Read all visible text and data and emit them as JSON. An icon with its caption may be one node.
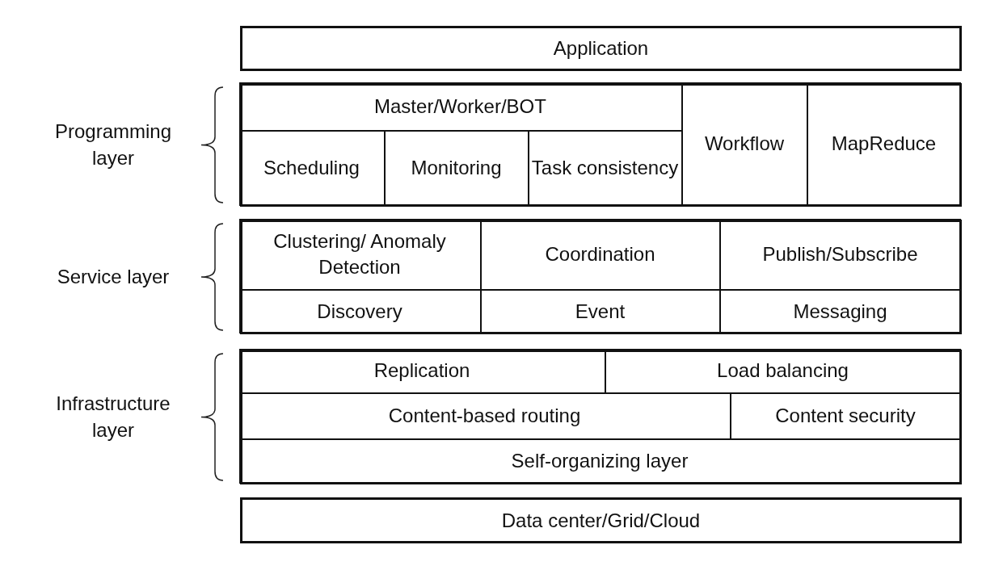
{
  "diagram": {
    "nodes": [
      {
        "text": [
          "Application"
        ]
      },
      {
        "text": [
          "Programming layer"
        ]
      },
      {
        "text": [
          "Master/Worker/BOT"
        ],
        "in": 1
      },
      {
        "text": [
          "Workflow"
        ],
        "in": 1
      },
      {
        "text": [
          "MapReduce"
        ],
        "in": 1
      },
      {
        "text": [
          "Scheduling"
        ],
        "in": 1
      },
      {
        "text": [
          "Monitoring"
        ],
        "in": 1
      },
      {
        "text": [
          "Task consistency"
        ],
        "in": 1
      },
      {
        "text": [
          "Service layer"
        ]
      },
      {
        "text": [
          "Clustering/ Anomaly Detection"
        ],
        "in": 8
      },
      {
        "text": [
          "Coordination"
        ],
        "in": 8
      },
      {
        "text": [
          "Publish/Subscribe"
        ],
        "in": 8
      },
      {
        "text": [
          "Discovery"
        ],
        "in": 8
      },
      {
        "text": [
          "Event"
        ],
        "in": 8
      },
      {
        "text": [
          "Messaging"
        ],
        "in": 8
      },
      {
        "text": [
          "Infrastructure layer"
        ]
      },
      {
        "text": [
          "Replication"
        ],
        "in": 15
      },
      {
        "text": [
          "Load balancing"
        ],
        "in": 15
      },
      {
        "text": [
          "Content-based routing"
        ],
        "in": 15
      },
      {
        "text": [
          "Content security"
        ],
        "in": 15
      },
      {
        "text": [
          "Self-organizing layer"
        ],
        "in": 15
      },
      {
        "text": [
          "Data center/Grid/Cloud"
        ]
      }
    ],
    "edges": []
  }
}
